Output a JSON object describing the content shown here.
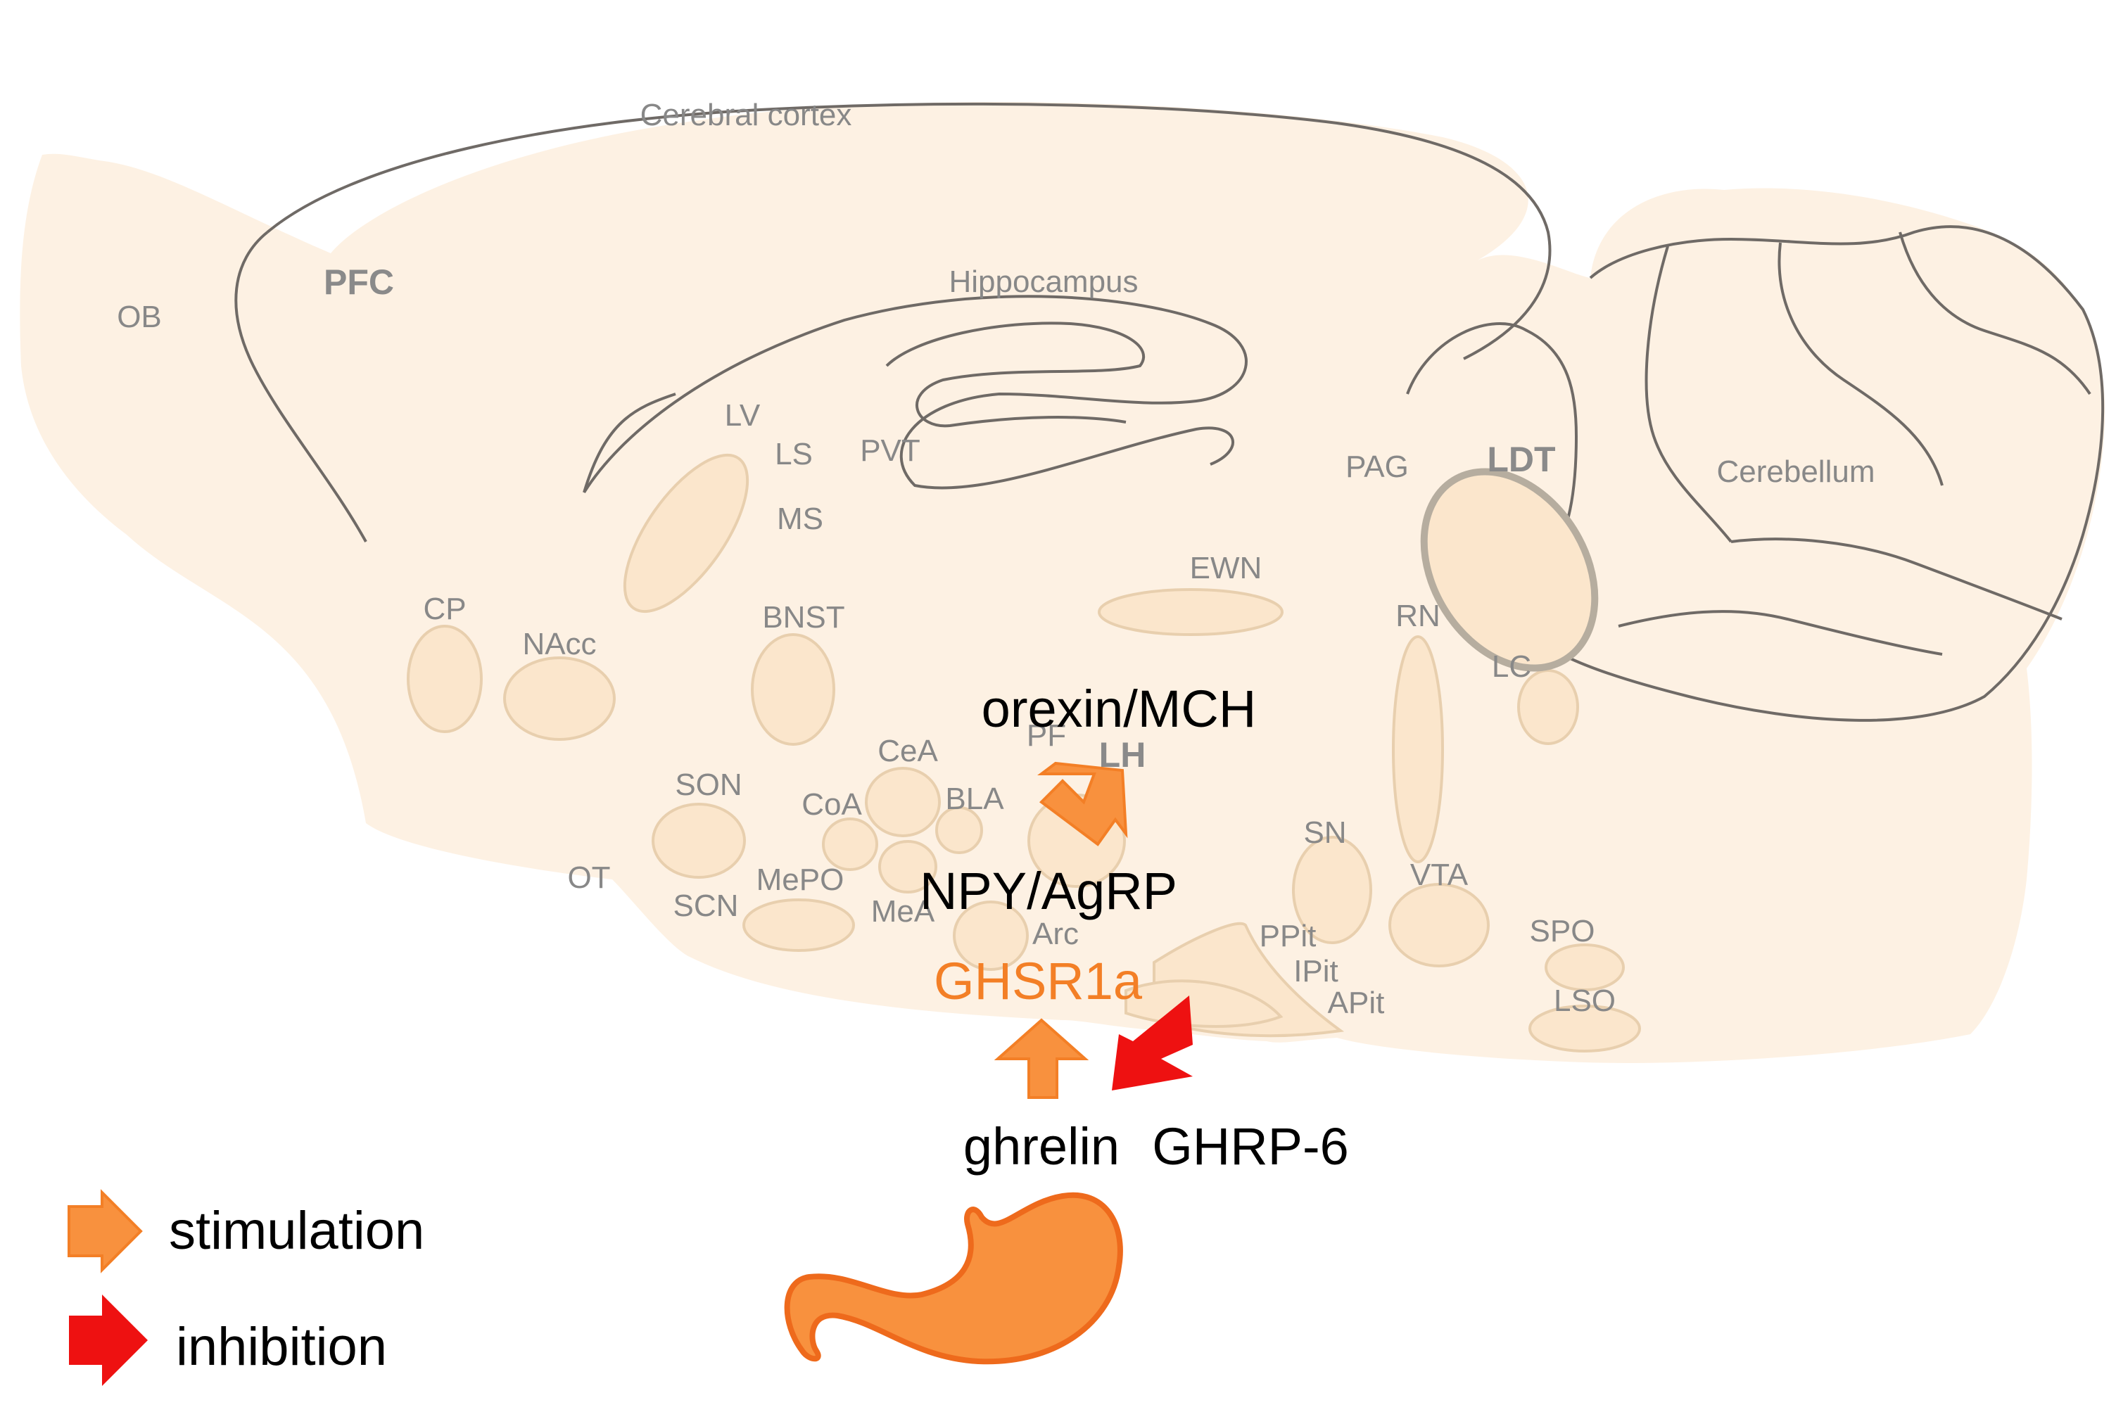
{
  "colors": {
    "brain_fill": "#fdf1e3",
    "brain_stroke": "#6f6a66",
    "nucleus_fill": "#fbe6cc",
    "nucleus_stroke": "#e8cfae",
    "region_text": "#888888",
    "stimulation": "#f8913e",
    "stimulation_stroke": "#f37f26",
    "inhibition": "#ee1111",
    "receptor_text": "#f37f26",
    "stomach_fill": "#f8913e",
    "stomach_stroke": "#ee6a1c"
  },
  "regions": {
    "cerebral_cortex": "Cerebral cortex",
    "pfc": "PFC",
    "ob": "OB",
    "hippocampus": "Hippocampus",
    "lv": "LV",
    "ls": "LS",
    "pvt": "PVT",
    "ms": "MS",
    "pag": "PAG",
    "ldt": "LDT",
    "cerebellum": "Cerebellum",
    "cp": "CP",
    "nacc": "NAcc",
    "bnst": "BNST",
    "ewn": "EWN",
    "rn": "RN",
    "lc": "LC",
    "son": "SON",
    "cea": "CeA",
    "coa": "CoA",
    "bla": "BLA",
    "pf": "PF",
    "lh": "LH",
    "sn": "SN",
    "ot": "OT",
    "scn": "SCN",
    "mepo": "MePO",
    "mea": "MeA",
    "vta": "VTA",
    "arc": "Arc",
    "ppit": "PPit",
    "ipit": "IPit",
    "apit": "APit",
    "spo": "SPO",
    "lso": "LSO"
  },
  "pathway": {
    "orexin_mch": "orexin/MCH",
    "npy_agrp": "NPY/AgRP",
    "receptor": "GHSR1a",
    "ghrelin": "ghrelin",
    "ghrp6": "GHRP-6"
  },
  "legend": {
    "stimulation": "stimulation",
    "inhibition": "inhibition"
  }
}
